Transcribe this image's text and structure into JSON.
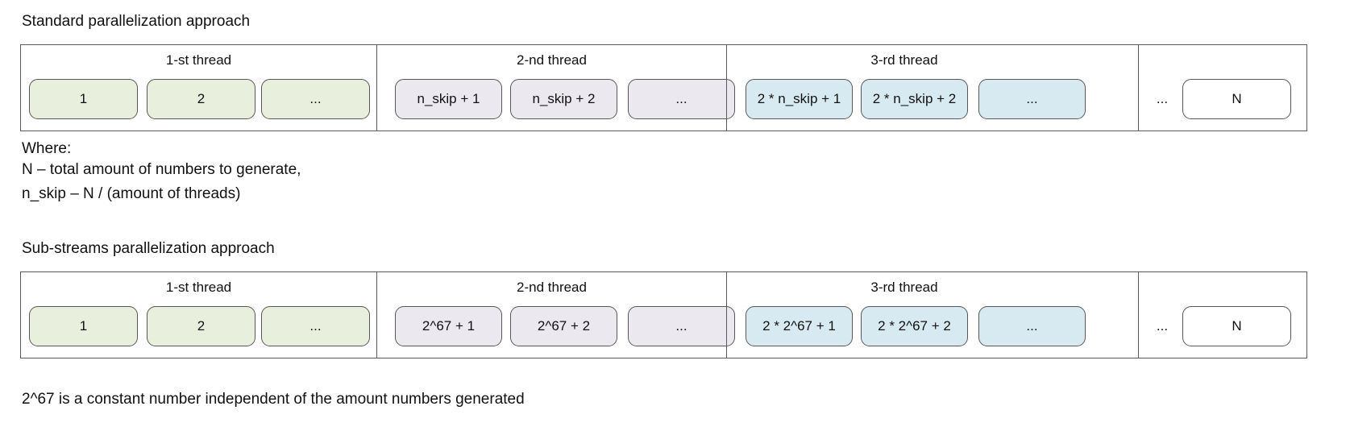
{
  "colors": {
    "green": "#e9efdd",
    "purple": "#ece8f0",
    "blue": "#d8eaf1",
    "white": "#ffffff",
    "stroke": "#5a5a5a",
    "text": "#111111"
  },
  "sections": [
    {
      "title": "Standard parallelization approach",
      "threads": [
        {
          "label": "1-st thread",
          "cells": [
            {
              "text": "1",
              "color": "green"
            },
            {
              "text": "2",
              "color": "green"
            },
            {
              "text": "...",
              "color": "green"
            }
          ]
        },
        {
          "label": "2-nd thread",
          "cells": [
            {
              "text": "n_skip + 1",
              "color": "purple"
            },
            {
              "text": "n_skip + 2",
              "color": "purple"
            },
            {
              "text": "...",
              "color": "purple"
            }
          ]
        },
        {
          "label": "3-rd thread",
          "cells": [
            {
              "text": "2 * n_skip + 1",
              "color": "blue"
            },
            {
              "text": "2 * n_skip + 2",
              "color": "blue"
            },
            {
              "text": "...",
              "color": "blue"
            }
          ]
        },
        {
          "label": "",
          "separator": "...",
          "cells": [
            {
              "text": "N",
              "color": "white"
            }
          ]
        }
      ]
    },
    {
      "title": "Sub-streams parallelization approach",
      "threads": [
        {
          "label": "1-st thread",
          "cells": [
            {
              "text": "1",
              "color": "green"
            },
            {
              "text": "2",
              "color": "green"
            },
            {
              "text": "...",
              "color": "green"
            }
          ]
        },
        {
          "label": "2-nd thread",
          "cells": [
            {
              "text": "2^67 + 1",
              "color": "purple"
            },
            {
              "text": "2^67 + 2",
              "color": "purple"
            },
            {
              "text": "...",
              "color": "purple"
            }
          ]
        },
        {
          "label": "3-rd thread",
          "cells": [
            {
              "text": "2 * 2^67 + 1",
              "color": "blue"
            },
            {
              "text": "2 * 2^67 + 2",
              "color": "blue"
            },
            {
              "text": "...",
              "color": "blue"
            }
          ]
        },
        {
          "label": "",
          "separator": "...",
          "cells": [
            {
              "text": "N",
              "color": "white"
            }
          ]
        }
      ]
    }
  ],
  "notes": {
    "where_label": "Where:",
    "line_n": "N – total amount of numbers to generate,",
    "line_nskip": "n_skip – N / (amount of threads)"
  },
  "caption": "2^67 is a constant number independent of the amount numbers generated"
}
